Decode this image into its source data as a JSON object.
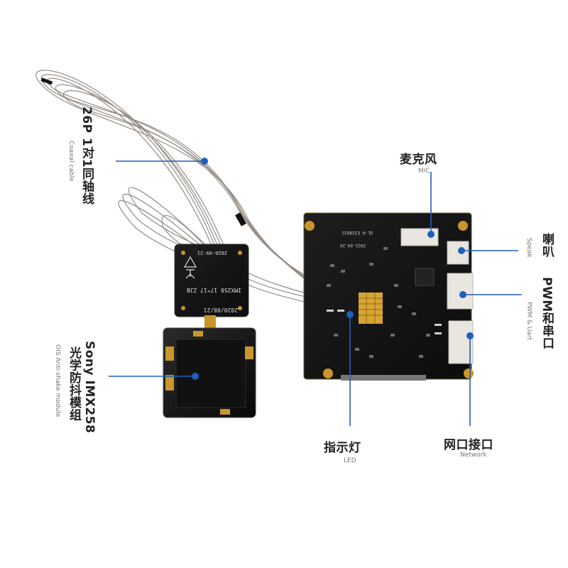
{
  "labels": {
    "coax": {
      "zh": "26P 1对1同轴线",
      "en": "Coaxal cable"
    },
    "mic": {
      "zh": "麦克风",
      "en": "MIC"
    },
    "speaker": {
      "zh": "喇叭",
      "en": "Speak"
    },
    "pwm": {
      "zh": "PWM和串口",
      "en": "PWM & Uart"
    },
    "led": {
      "zh": "指示灯",
      "en": "LED"
    },
    "network": {
      "zh": "网口接口",
      "en": "Network"
    },
    "sensor": {
      "zh1": "Sony IMX258",
      "zh2": "光学防抖模组",
      "en": "OIS Anti-shake module"
    }
  },
  "pcb_text": {
    "small_board_1": "2020-09-21",
    "small_board_2": "IMX258 17*17 ZJB",
    "small_board_3": "2020/08/21",
    "main_board_1": "2021.04.26",
    "main_board_2": "QL-H E328832"
  },
  "colors": {
    "pointer": "#1f5fbf",
    "pcb": "#141414",
    "gold": "#c8962a",
    "cable": "#8a8178"
  }
}
